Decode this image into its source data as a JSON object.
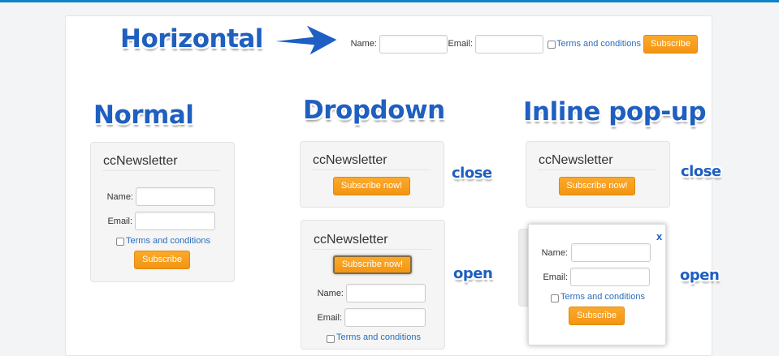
{
  "annotations": {
    "horizontal": "Horizontal",
    "normal": "Normal",
    "dropdown": "Dropdown",
    "inline_popup": "Inline pop-up",
    "close": "close",
    "open": "open"
  },
  "form": {
    "title": "ccNewsletter",
    "name_label": "Name:",
    "email_label": "Email:",
    "terms": "Terms and conditions",
    "subscribe": "Subscribe",
    "subscribe_now": "Subscribe now!",
    "close_x": "x"
  },
  "colors": {
    "accent": "#1f5fbf",
    "button": "#f7a01e",
    "link": "#2a6ebb",
    "topbar": "#0b84c9"
  }
}
